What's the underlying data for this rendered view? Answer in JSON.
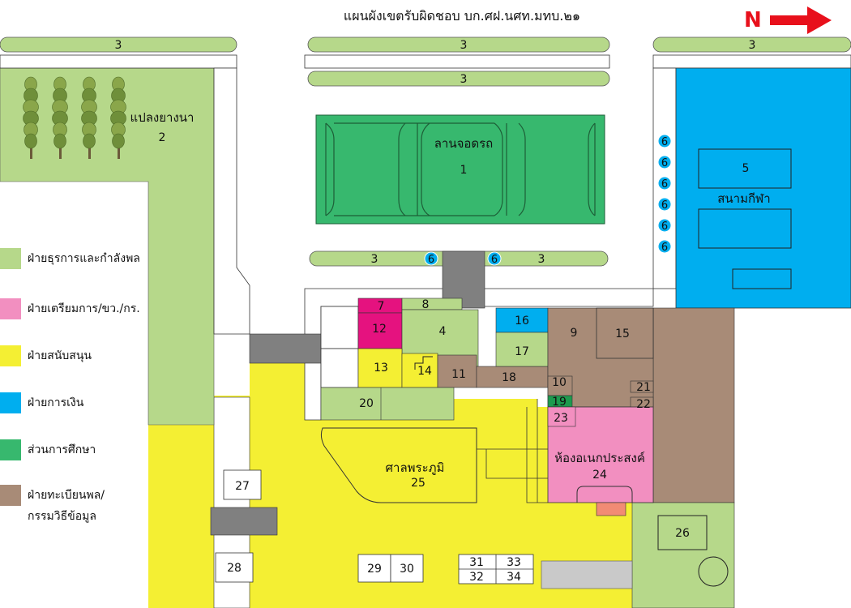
{
  "title": "แผนผังเขตรับผิดชอบ บก.ศฝ.นศท.มทบ.๒๑",
  "north": {
    "letter": "N",
    "icon": "arrow-right-icon",
    "color": "#e8101b"
  },
  "colors": {
    "admin": "#b6d88a",
    "prep": "#f28fc0",
    "prep_dark": "#e5127f",
    "support": "#f4ef33",
    "finance": "#00aeef",
    "education": "#37b86e",
    "registry": "#a88b77",
    "road": "#808080",
    "salmon": "#f28b74"
  },
  "legend": [
    {
      "label": "ฝ่ายธุรการและกำลังพล",
      "color": "#b6d88a"
    },
    {
      "label": "ฝ่ายเตรียมการ/ขว./กร.",
      "color": "#f28fc0"
    },
    {
      "label": "ฝ่ายสนับสนุน",
      "color": "#f4ef33"
    },
    {
      "label": "ฝ่ายการเงิน",
      "color": "#00aeef"
    },
    {
      "label": "ส่วนการศึกษา",
      "color": "#37b86e"
    },
    {
      "label": "ฝ่ายทะเบียนพล/",
      "label2": "กรรมวิธีข้อมูล",
      "color": "#a88b77"
    }
  ],
  "areas": {
    "plot_name": "แปลงยางนา",
    "plot_num": "2",
    "parking_name": "ลานจอดรถ",
    "parking_num": "1",
    "field_name": "สนามกีฬา",
    "field_num": "5",
    "hall_name": "ศาลพระภูมิ",
    "hall_num": "25",
    "multi_name": "ห้องอเนกประสงค์",
    "multi_num": "24"
  },
  "numbers": {
    "hedge": "3",
    "point": "6",
    "n4": "4",
    "n7": "7",
    "n8": "8",
    "n9": "9",
    "n10": "10",
    "n11": "11",
    "n12": "12",
    "n13": "13",
    "n14": "14",
    "n15": "15",
    "n16": "16",
    "n17": "17",
    "n18": "18",
    "n19": "19",
    "n20": "20",
    "n21": "21",
    "n22": "22",
    "n23": "23",
    "n26": "26",
    "n27": "27",
    "n28": "28",
    "n29": "29",
    "n30": "30",
    "n31": "31",
    "n32": "32",
    "n33": "33",
    "n34": "34"
  }
}
